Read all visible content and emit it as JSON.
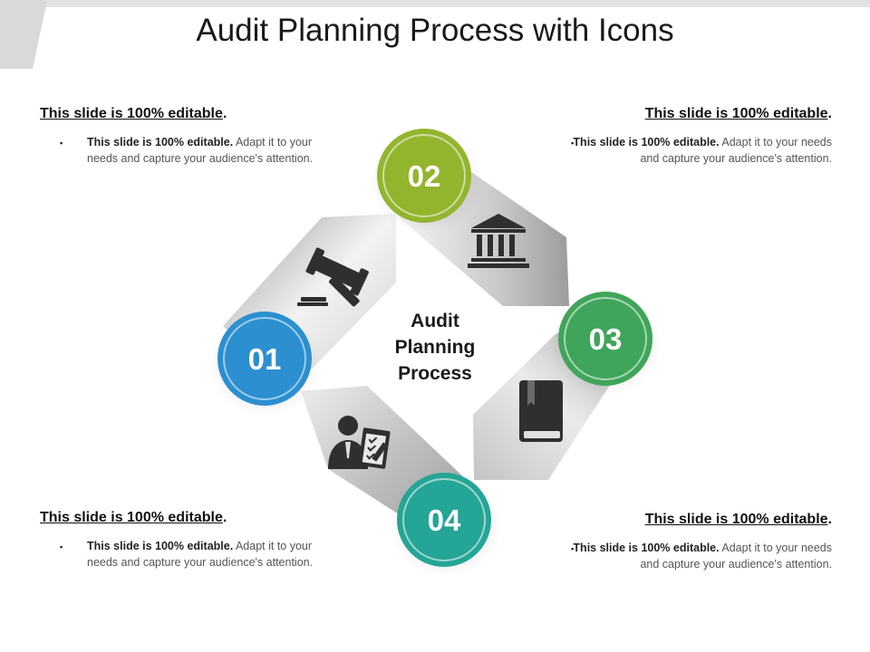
{
  "title": "Audit Planning Process with Icons",
  "center_label": [
    "Audit",
    "Planning",
    "Process"
  ],
  "steps": [
    {
      "number": "01",
      "color": "#2b8fd0",
      "icon": "gavel-icon"
    },
    {
      "number": "02",
      "color": "#93b52e",
      "icon": "bank-icon"
    },
    {
      "number": "03",
      "color": "#3fa55a",
      "icon": "book-icon"
    },
    {
      "number": "04",
      "color": "#24a596",
      "icon": "auditor-clipboard-icon"
    }
  ],
  "blocks": [
    {
      "heading": "This slide is 100% editable",
      "period": ".",
      "bullet": "▪",
      "bold": "This slide is 100% editable.",
      "body": " Adapt it to your needs and capture your audience's attention."
    },
    {
      "heading": "This slide is 100% editable",
      "period": ".",
      "bullet": "▪",
      "bold": "This slide is 100% editable.",
      "body": " Adapt it to your needs and capture your audience's attention."
    },
    {
      "heading": "This slide is 100% editable",
      "period": ".",
      "bullet": "▪",
      "bold": "This slide is 100% editable.",
      "body": " Adapt it to your needs and capture your audience's attention."
    },
    {
      "heading": "This slide is 100% editable",
      "period": ".",
      "bullet": "▪",
      "bold": "This slide is 100% editable.",
      "body": " Adapt it to your needs and capture your audience's attention."
    }
  ]
}
